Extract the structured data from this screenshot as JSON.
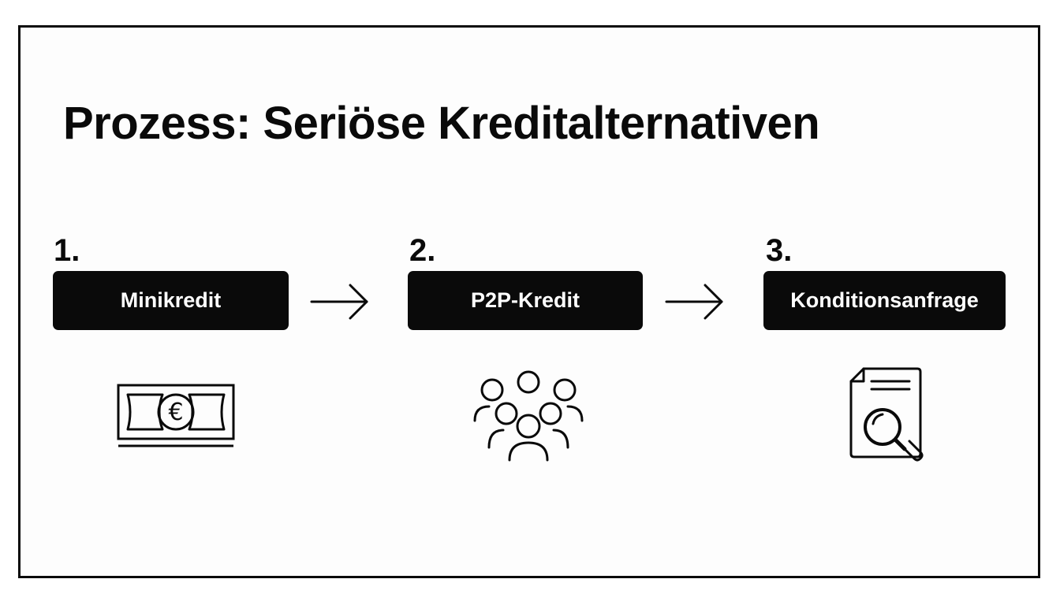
{
  "title": "Prozess: Seriöse Kreditalternativen",
  "steps": [
    {
      "number": "1.",
      "label": "Minikredit",
      "icon": "euro-banknote-icon"
    },
    {
      "number": "2.",
      "label": "P2P-Kredit",
      "icon": "people-group-icon"
    },
    {
      "number": "3.",
      "label": "Konditionsanfrage",
      "icon": "document-magnifier-icon"
    }
  ],
  "connectors": [
    "arrow-right-icon",
    "arrow-right-icon"
  ],
  "colors": {
    "ink": "#0a0a0a",
    "box_text": "#ffffff",
    "background": "#ffffff"
  }
}
